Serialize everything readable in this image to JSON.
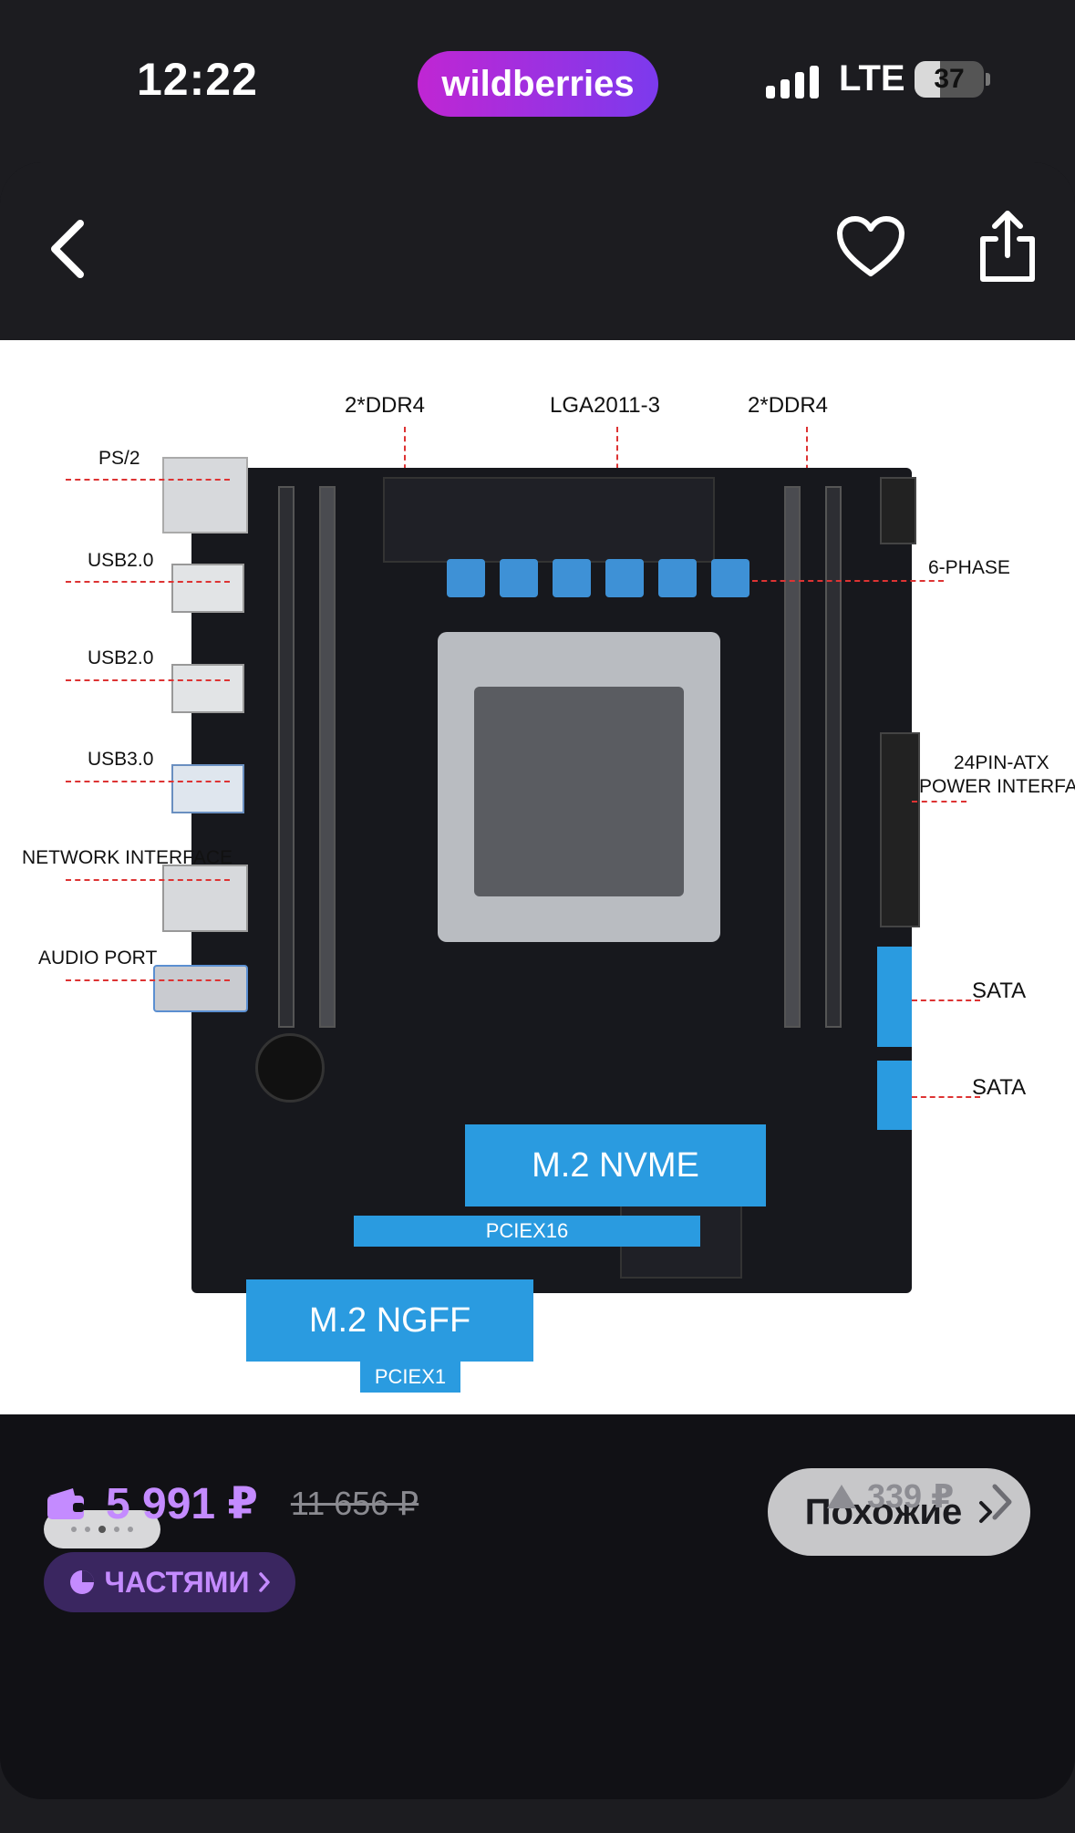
{
  "status_bar": {
    "time": "12:22",
    "carrier_badge": "wildberries",
    "network": "LTE",
    "battery": "37",
    "battery_percent": 37
  },
  "topbar": {
    "back_icon": "chevron-left-icon",
    "favorite_icon": "heart-icon",
    "share_icon": "share-icon"
  },
  "product_image": {
    "labels": {
      "ddr4_left": "2*DDR4",
      "socket": "LGA2011-3",
      "ddr4_right": "2*DDR4",
      "ps2": "PS/2",
      "usb2_a": "USB2.0",
      "usb2_b": "USB2.0",
      "usb3": "USB3.0",
      "network": "NETWORK INTERFACE",
      "audio": "AUDIO PORT",
      "phase": "6-PHASE",
      "atx_line1": "24PIN-ATX",
      "atx_line2": "POWER INTERFACE",
      "sata_a": "SATA",
      "sata_b": "SATA",
      "m2_nvme": "M.2 NVME",
      "pciex16": "PCIEX16",
      "m2_ngff": "M.2 NGFF",
      "pciex1": "PCIEX1"
    }
  },
  "gallery": {
    "dot_count": 5,
    "active_index": 2
  },
  "similar_button": {
    "label": "Похожие"
  },
  "pricing": {
    "price": "5 991 ₽",
    "old_price": "11 656 ₽",
    "points": "339 ₽",
    "installments_label": "ЧАСТЯМИ"
  },
  "colors": {
    "accent_purple": "#c48bff",
    "badge_gradient_start": "#c026d3",
    "badge_gradient_end": "#7c3aed"
  }
}
